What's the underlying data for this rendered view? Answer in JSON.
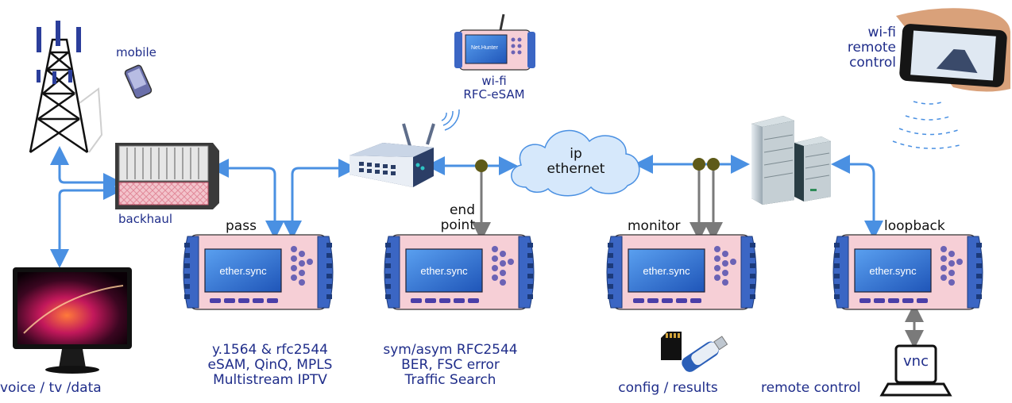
{
  "colors": {
    "link": "#4a90e2",
    "probe": "#7a7a7a",
    "probe_dot": "#5e5a18",
    "label_text": "#1f2d8a",
    "device_body": "#f6cfd6",
    "device_grip": "#3b66c4",
    "device_screen": "#2f6fd0",
    "cloud": "#d6e8fb"
  },
  "icons": [
    "cell-tower-icon",
    "mobile-phone-icon",
    "monitor-icon",
    "backhaul-rack-icon",
    "router-icon",
    "cloud-icon",
    "server-icon",
    "sd-card-icon",
    "usb-stick-icon",
    "laptop-icon",
    "tablet-in-hand-icon",
    "wifi-waves-icon"
  ],
  "labels": {
    "mobile": "mobile",
    "backhaul": "backhaul",
    "voice": "voice / tv /data",
    "wifi_rfc_line1": "wi-fi",
    "wifi_rfc_line2": "RFC-eSAM",
    "mini_device": "Net.Hunter",
    "cloud_line1": "ip",
    "cloud_line2": "ethernet",
    "remote_line1": "wi-fi",
    "remote_line2": "remote",
    "remote_line3": "control",
    "pass": "pass",
    "endpoint_line1": "end",
    "endpoint_line2": "point",
    "monitor": "monitor",
    "loopback": "loopback",
    "pass_desc_1": "y.1564 & rfc2544",
    "pass_desc_2": "eSAM, QinQ, MPLS",
    "pass_desc_3": "Multistream IPTV",
    "end_desc_1": "sym/asym RFC2544",
    "end_desc_2": "BER, FSC error",
    "end_desc_3": "Traffic Search",
    "config": "config / results",
    "remote_control": "remote control",
    "vnc": "vnc"
  },
  "devices": [
    {
      "id": "pass",
      "screen_text": "ether.sync"
    },
    {
      "id": "endpoint",
      "screen_text": "ether.sync"
    },
    {
      "id": "monitor",
      "screen_text": "ether.sync"
    },
    {
      "id": "loopback",
      "screen_text": "ether.sync"
    }
  ]
}
